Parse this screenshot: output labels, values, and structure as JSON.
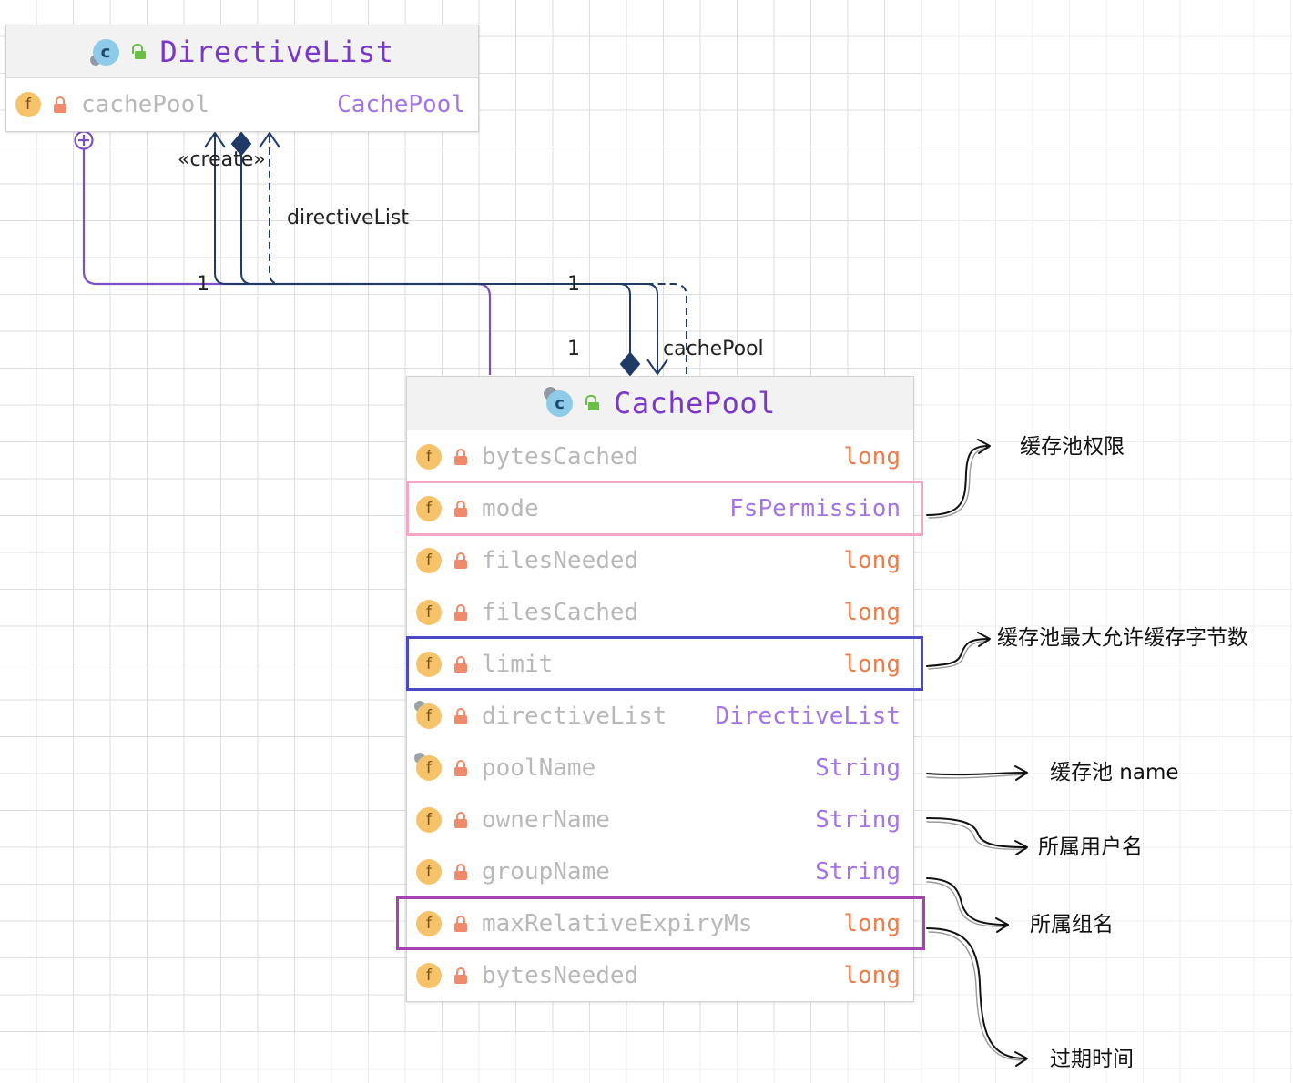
{
  "classes": {
    "directive_list": {
      "name": "DirectiveList",
      "fields": [
        {
          "name": "cachePool",
          "type": "CachePool",
          "primitive": false,
          "static": false
        }
      ]
    },
    "cache_pool": {
      "name": "CachePool",
      "fields": [
        {
          "name": "bytesCached",
          "type": "long",
          "primitive": true,
          "static": false
        },
        {
          "name": "mode",
          "type": "FsPermission",
          "primitive": false,
          "static": false
        },
        {
          "name": "filesNeeded",
          "type": "long",
          "primitive": true,
          "static": false
        },
        {
          "name": "filesCached",
          "type": "long",
          "primitive": true,
          "static": false
        },
        {
          "name": "limit",
          "type": "long",
          "primitive": true,
          "static": false
        },
        {
          "name": "directiveList",
          "type": "DirectiveList",
          "primitive": false,
          "static": true
        },
        {
          "name": "poolName",
          "type": "String",
          "primitive": false,
          "static": true
        },
        {
          "name": "ownerName",
          "type": "String",
          "primitive": false,
          "static": false
        },
        {
          "name": "groupName",
          "type": "String",
          "primitive": false,
          "static": false
        },
        {
          "name": "maxRelativeExpiryMs",
          "type": "long",
          "primitive": true,
          "static": false
        },
        {
          "name": "bytesNeeded",
          "type": "long",
          "primitive": true,
          "static": false
        }
      ]
    }
  },
  "relations": {
    "create_label": "«create»",
    "directive_list_label": "directiveList",
    "cache_pool_label": "cachePool",
    "multiplicity_left": "1",
    "multiplicity_top_right": "1",
    "multiplicity_bottom_right": "1"
  },
  "annotations": {
    "mode": "缓存池权限",
    "limit": "缓存池最大允许缓存字节数",
    "pool_name": "缓存池 name",
    "owner_name": "所属用户名",
    "group_name": "所属组名",
    "max_expiry": "过期时间"
  },
  "colors": {
    "class_title": "#7a38c8",
    "field_name": "#b8b8b8",
    "reference_type": "#a374e6",
    "primitive_type": "#ea7d4b",
    "highlight_mode": "#f4a6c6",
    "highlight_limit": "#4a48c4",
    "highlight_max_expiry": "#a542b4",
    "nested_line": "#7a4fc8",
    "association_line": "#1f3a66"
  }
}
